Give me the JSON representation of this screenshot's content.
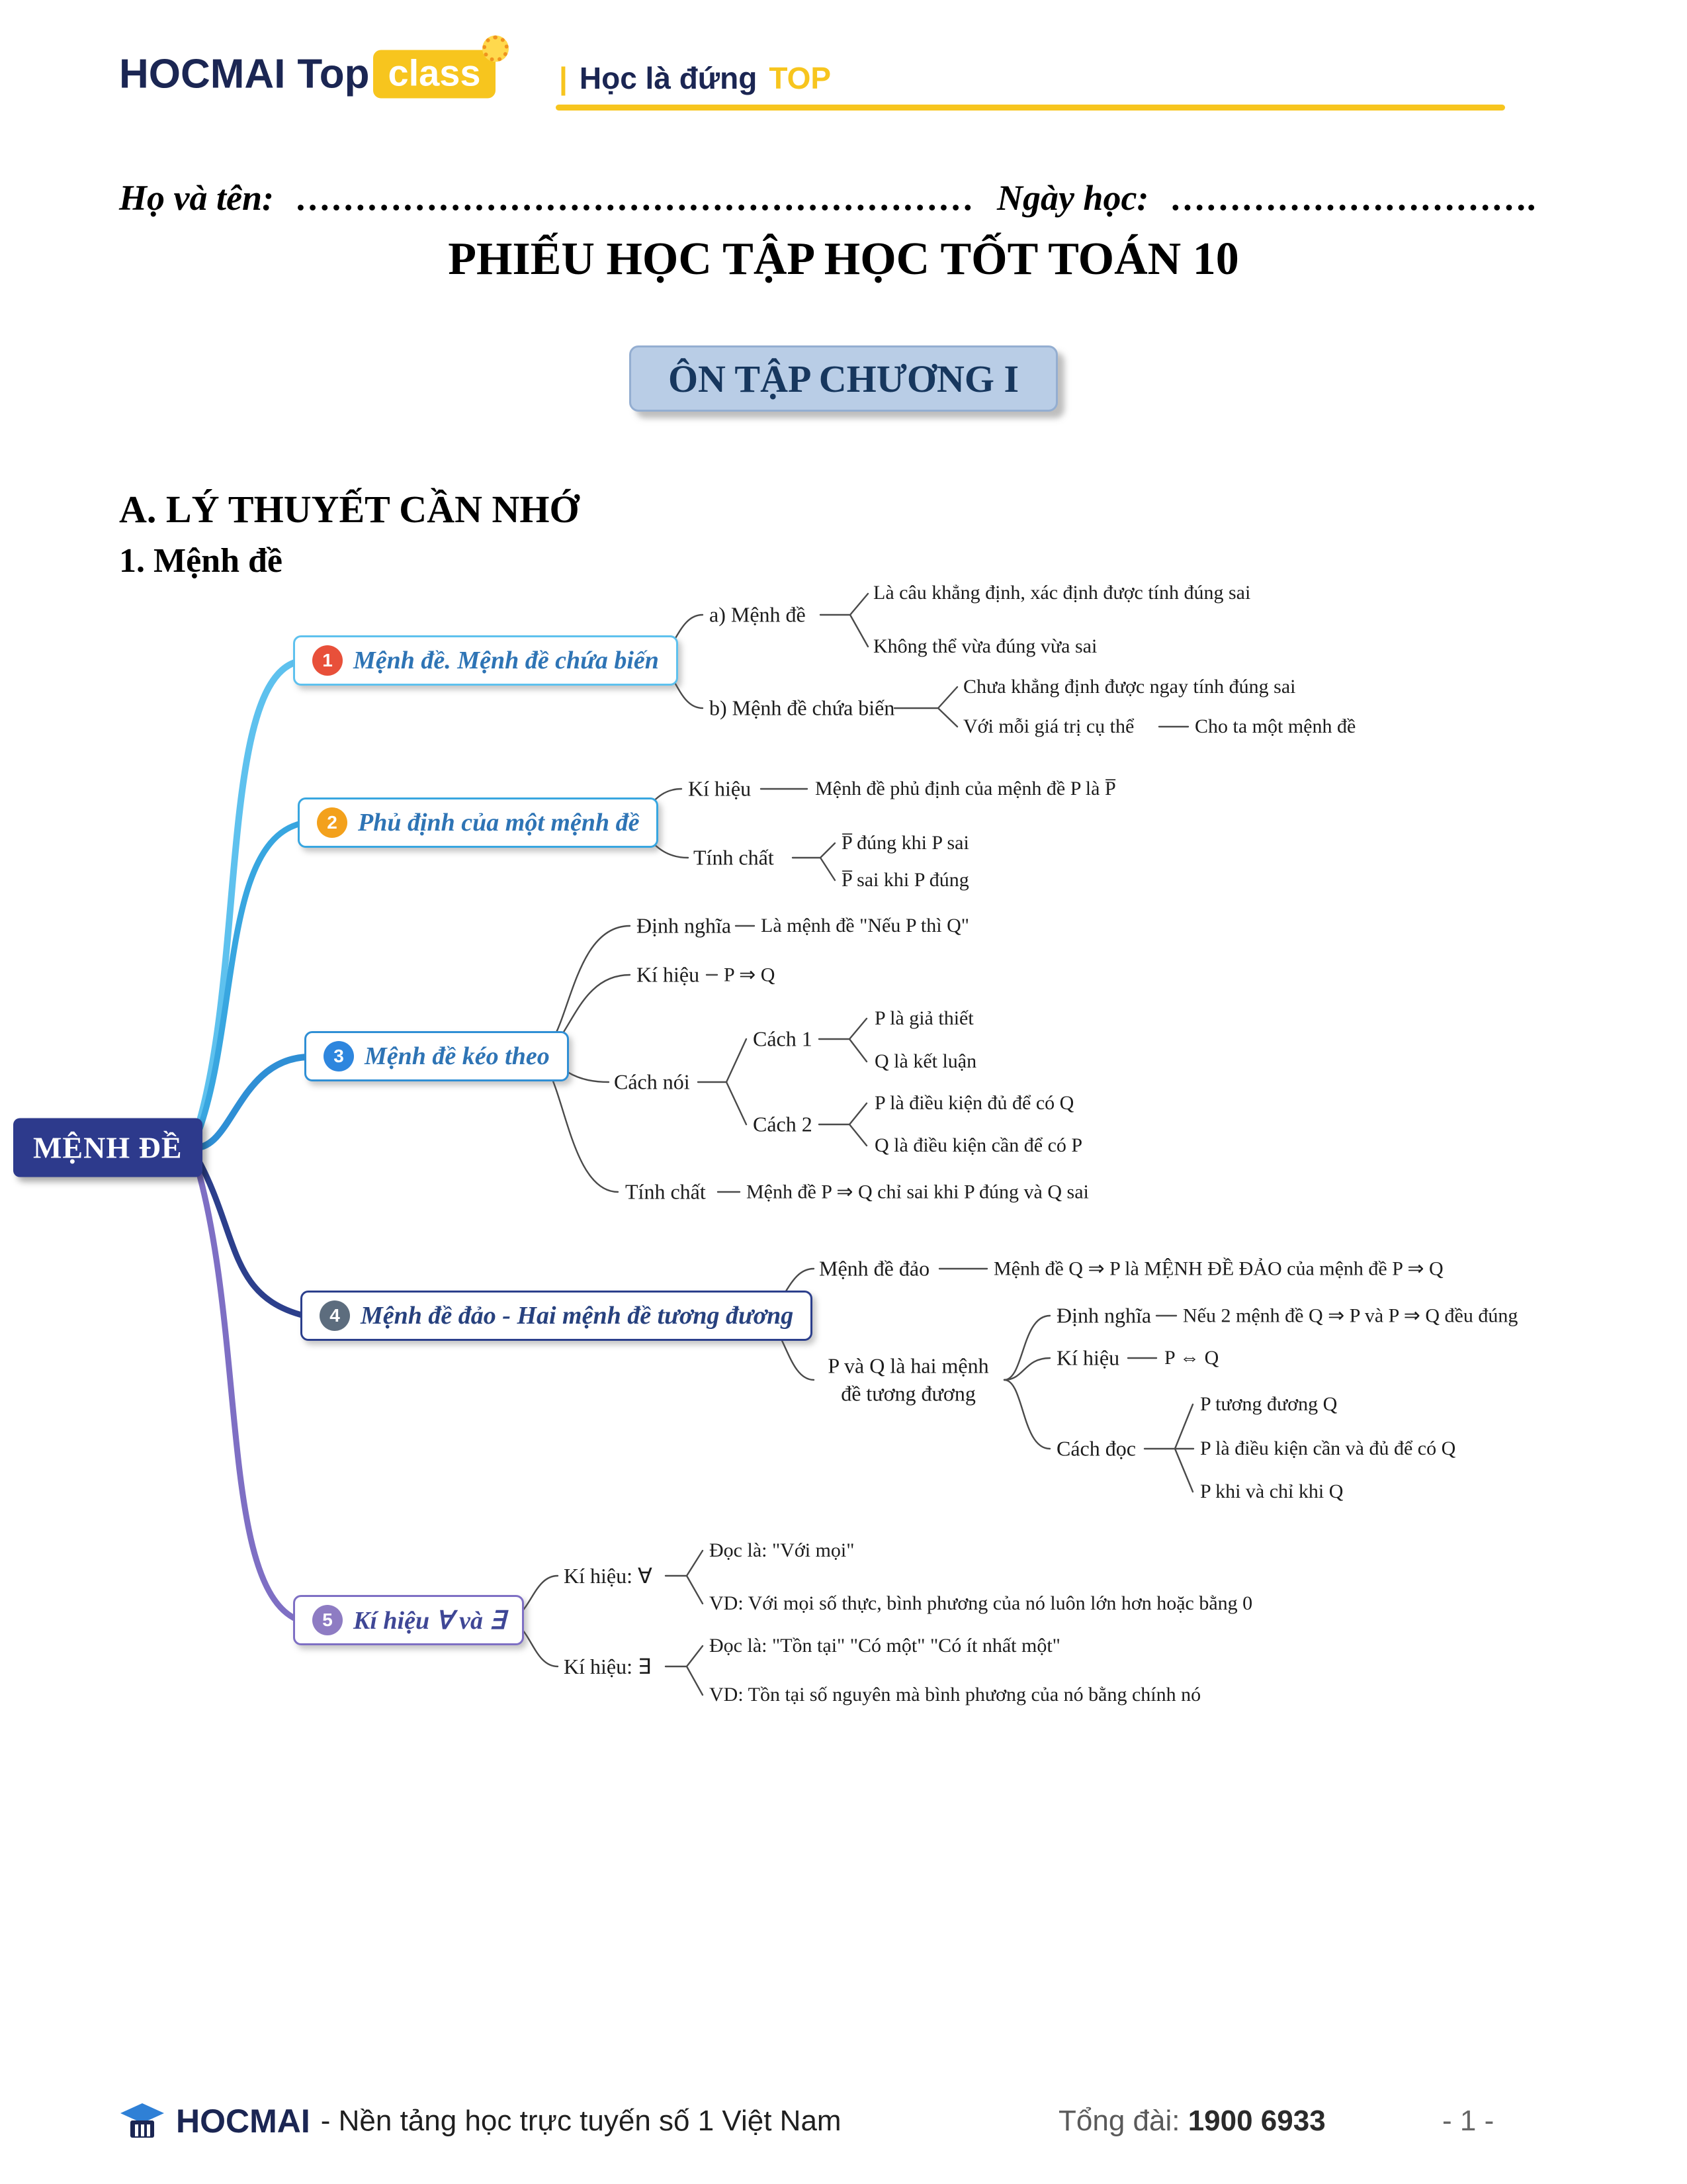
{
  "header": {
    "brand_hocmai": "HOCMAI",
    "brand_top": "Top",
    "brand_class": "class",
    "tagline_bar": "|",
    "tagline_text": "Học là đứng",
    "tagline_top": "TOP"
  },
  "student": {
    "name_label": "Họ và tên:",
    "name_dots": "…………………………………………………",
    "date_label": "Ngày học:",
    "date_dots": "…………………………."
  },
  "doc": {
    "title": "PHIẾU HỌC TẬP HỌC TỐT TOÁN 10",
    "badge": "ÔN TẬP CHƯƠNG I",
    "section_a": "A. LÝ THUYẾT CẦN NHỚ",
    "section_1": "1. Mệnh đề"
  },
  "colors": {
    "navy": "#1b2653",
    "yellow": "#f7c51e",
    "root_blue": "#2d3a8c",
    "branch1": "#5ec1ee",
    "branch2": "#38a6e0",
    "branch3": "#2f8fd5",
    "branch4": "#2c3f8c",
    "branch5": "#7e6fc4"
  },
  "mindmap": {
    "root": "MỆNH ĐỀ",
    "b1": {
      "num": "1",
      "title": "Mệnh đề. Mệnh đề chứa biến",
      "a": "a) Mệnh đề",
      "a1": "Là câu khẳng định, xác định được tính đúng sai",
      "a2": "Không thể vừa đúng vừa sai",
      "b": "b) Mệnh đề chứa biến",
      "b1": "Chưa khẳng định được ngay tính đúng sai",
      "b2": "Với mỗi giá trị cụ thể",
      "b3": "Cho ta một mệnh đề"
    },
    "b2": {
      "num": "2",
      "title": "Phủ định của một mệnh đề",
      "kihieu": "Kí hiệu",
      "kihieu_val": "Mệnh đề phủ định của mệnh đề P là P̅",
      "tinhchat": "Tính chất",
      "tc1": "P̅  đúng khi P sai",
      "tc2": "P̅  sai khi P đúng"
    },
    "b3": {
      "num": "3",
      "title": "Mệnh đề kéo theo",
      "dinhnghia": "Định nghĩa",
      "dinhnghia_val": "Là mệnh đề \"Nếu P thì Q\"",
      "kihieu": "Kí hiệu",
      "kihieu_val": "P ⇒ Q",
      "cachnoi": "Cách nói",
      "cach1": "Cách 1",
      "c1a": "P là giả thiết",
      "c1b": "Q là kết luận",
      "cach2": "Cách 2",
      "c2a": "P là điều kiện đủ để có Q",
      "c2b": "Q là điều kiện cần để có P",
      "tinhchat": "Tính chất",
      "tinhchat_val": "Mệnh đề P ⇒ Q chỉ sai khi P đúng và Q sai"
    },
    "b4": {
      "num": "4",
      "title": "Mệnh đề đảo - Hai mệnh đề tương đương",
      "dao": "Mệnh đề đảo",
      "dao_val": "Mệnh đề Q ⇒ P là MỆNH ĐỀ ĐẢO của mệnh đề P ⇒ Q",
      "tuongduong": "P và Q là hai mệnh đề tương đương",
      "dn": "Định nghĩa",
      "dn_val": "Nếu 2 mệnh đề Q ⇒ P và P ⇒ Q đều đúng",
      "kh": "Kí hiệu",
      "kh_val": "P ⇔ Q",
      "cd": "Cách đọc",
      "cd1": "P tương đương Q",
      "cd2": "P là điều kiện cần và đủ để có Q",
      "cd3": "P khi và chỉ khi Q"
    },
    "b5": {
      "num": "5",
      "title": "Kí hiệu ∀ và ∃",
      "forall": "Kí hiệu: ∀",
      "fa1": "Đọc là: \"Với mọi\"",
      "fa2": "VD: Với mọi số thực, bình phương của nó luôn lớn hơn hoặc bằng 0",
      "exists": "Kí hiệu: ∃",
      "ex1": "Đọc là: \"Tồn tại\" \"Có một\" \"Có ít nhất một\"",
      "ex2": "VD: Tồn tại số nguyên mà bình phương của nó bằng chính nó"
    }
  },
  "footer": {
    "brand": "HOCMAI",
    "tagline": "- Nền tảng học trực tuyến số 1 Việt Nam",
    "hotline_label": "Tổng đài:",
    "hotline_number": "1900 6933",
    "page": "- 1 -"
  }
}
